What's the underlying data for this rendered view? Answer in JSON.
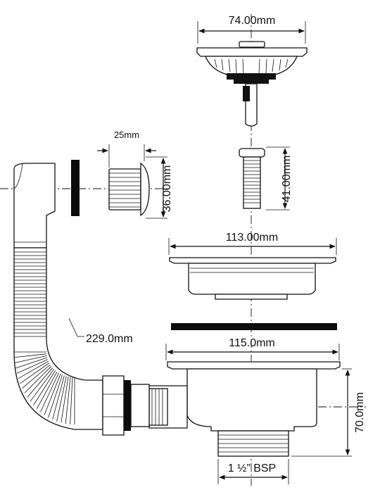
{
  "dimensions": {
    "strainer_width": "74.00mm",
    "plug_length": "25mm",
    "plug_diameter": "36.00mm",
    "bolt_length": "41.00mm",
    "flange_width": "113.00mm",
    "washer_width": "115.0mm",
    "hose_length": "229.0mm",
    "body_height": "70.0mm",
    "thread_size": "1 ½” BSP"
  },
  "colors": {
    "ink": "#111111",
    "washer": "#0b0b0b",
    "background": "#ffffff"
  }
}
